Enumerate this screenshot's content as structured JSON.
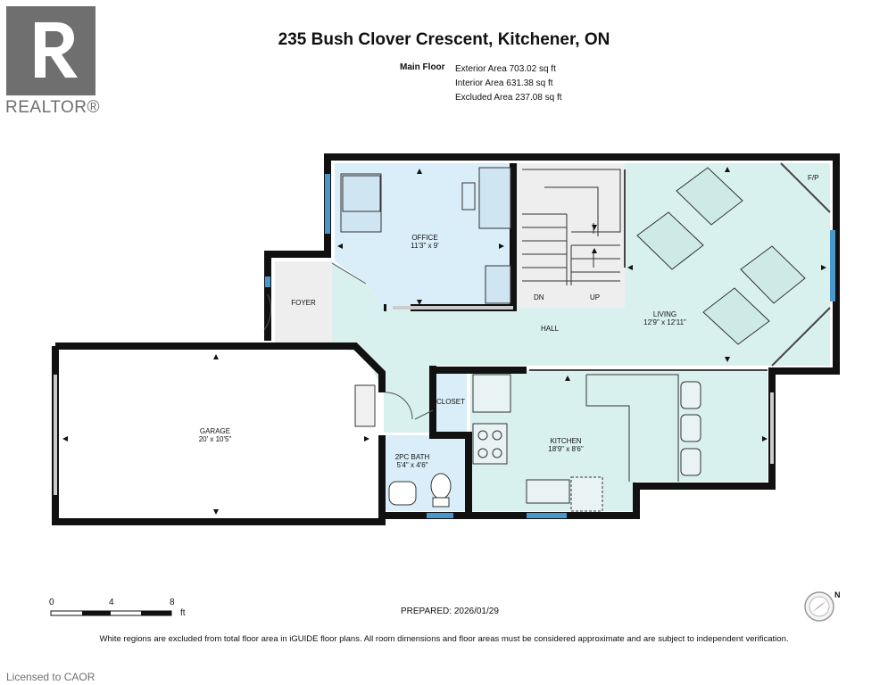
{
  "header": {
    "title": "235 Bush Clover Crescent, Kitchener, ON",
    "floor_label": "Main Floor",
    "exterior_area": "Exterior Area 703.02 sq ft",
    "interior_area": "Interior Area 631.38 sq ft",
    "excluded_area": "Excluded Area 237.08 sq ft"
  },
  "logo": {
    "text": "REALTOR®"
  },
  "rooms": {
    "office": {
      "name": "OFFICE",
      "dims": "11'3\" x 9'"
    },
    "foyer": {
      "name": "FOYER"
    },
    "hall": {
      "name": "HALL"
    },
    "living": {
      "name": "LIVING",
      "dims": "12'9\" x 12'11\""
    },
    "garage": {
      "name": "GARAGE",
      "dims": "20' x 10'5\""
    },
    "closet": {
      "name": "CLOSET"
    },
    "bath": {
      "name": "2PC BATH",
      "dims": "5'4\" x 4'6\""
    },
    "kitchen": {
      "name": "KITCHEN",
      "dims": "18'9\" x 8'6\""
    }
  },
  "labels": {
    "dn": "DN",
    "up": "UP",
    "fp": "F/P"
  },
  "scale": {
    "t0": "0",
    "t4": "4",
    "t8": "8",
    "unit": "ft"
  },
  "compass": {
    "north": "N"
  },
  "prepared": "PREPARED: 2026/01/29",
  "footnote": "White regions are excluded from total floor area in iGUIDE floor plans. All room dimensions and floor areas must be considered approximate and are subject to independent verification.",
  "licensed": "Licensed to CAOR",
  "colors": {
    "blue_room": "#d9eef8",
    "teal_room": "#d8f1ef",
    "grey_room": "#eeeeee",
    "wall": "#111111",
    "window": "#4a97c9"
  }
}
